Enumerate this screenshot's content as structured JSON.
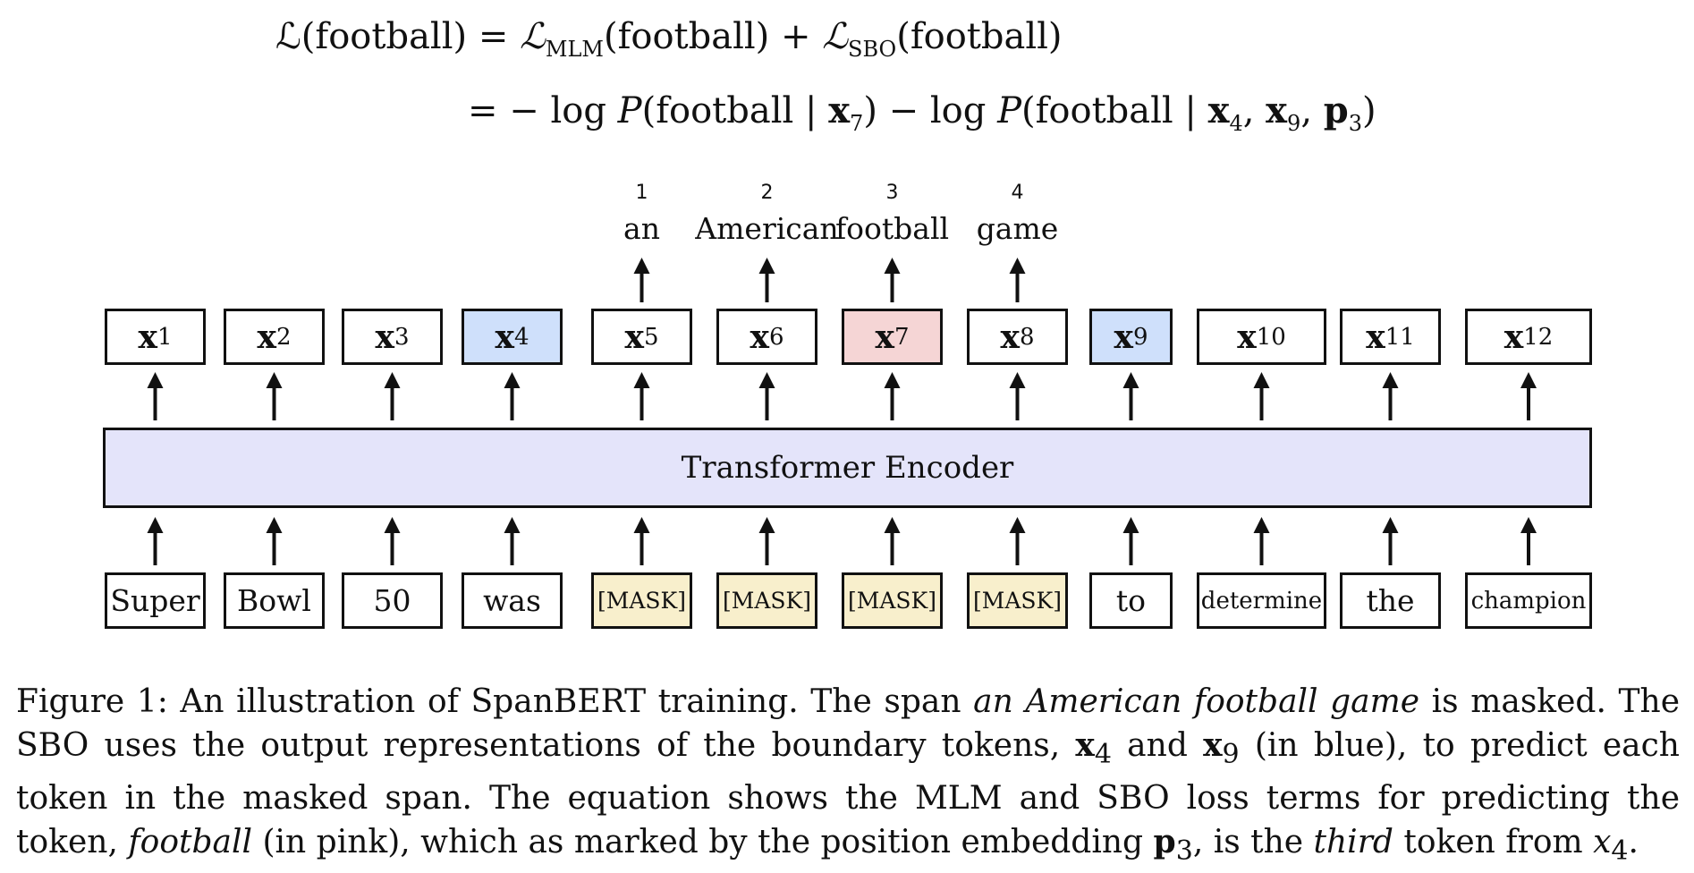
{
  "equation": {
    "line1": {
      "lhs": "ℒ(football)",
      "eq": "=",
      "term1_sym": "ℒ",
      "term1_sub": "MLM",
      "term1_arg": "(football)",
      "plus": "+",
      "term2_sym": "ℒ",
      "term2_sub": "SBO",
      "term2_arg": "(football)"
    },
    "line2": {
      "eq": "=",
      "part1": "− log ",
      "P1": "P",
      "arg1": "(football | ",
      "v1": "x",
      "v1_sub": "7",
      "close1": ")",
      "minus": " − log ",
      "P2": "P",
      "arg2": "(football | ",
      "v2": "x",
      "v2_sub": "4",
      "comma1": ", ",
      "v3": "x",
      "v3_sub": "9",
      "comma2": ", ",
      "v4": "p",
      "v4_sub": "3",
      "close2": ")"
    }
  },
  "predictions": [
    {
      "num": "1",
      "word": "an"
    },
    {
      "num": "2",
      "word": "American"
    },
    {
      "num": "3",
      "word": "football"
    },
    {
      "num": "4",
      "word": "game"
    }
  ],
  "outputs": [
    {
      "sym": "x",
      "sub": "1",
      "color": "#ffffff"
    },
    {
      "sym": "x",
      "sub": "2",
      "color": "#ffffff"
    },
    {
      "sym": "x",
      "sub": "3",
      "color": "#ffffff"
    },
    {
      "sym": "x",
      "sub": "4",
      "color": "#cfe0fb"
    },
    {
      "sym": "x",
      "sub": "5",
      "color": "#ffffff"
    },
    {
      "sym": "x",
      "sub": "6",
      "color": "#ffffff"
    },
    {
      "sym": "x",
      "sub": "7",
      "color": "#f5d5d5"
    },
    {
      "sym": "x",
      "sub": "8",
      "color": "#ffffff"
    },
    {
      "sym": "x",
      "sub": "9",
      "color": "#cfe0fb"
    },
    {
      "sym": "x",
      "sub": "10",
      "color": "#ffffff"
    },
    {
      "sym": "x",
      "sub": "11",
      "color": "#ffffff"
    },
    {
      "sym": "x",
      "sub": "12",
      "color": "#ffffff"
    }
  ],
  "encoder_label": "Transformer Encoder",
  "encoder_color": "#e4e4fa",
  "mask_color": "#f8efcc",
  "inputs": [
    "Super",
    "Bowl",
    "50",
    "was",
    "[MASK]",
    "[MASK]",
    "[MASK]",
    "[MASK]",
    "to",
    "determine",
    "the",
    "champion"
  ],
  "caption": {
    "s1": "Figure 1: An illustration of SpanBERT training. The span ",
    "i1": "an American football game",
    "s2": " is masked. The SBO uses the output representations of the boundary tokens, ",
    "v1": "x",
    "v1_sub": "4",
    "s3": " and ",
    "v2": "x",
    "v2_sub": "9",
    "s4": " (in blue), to predict each token in the masked span. The equation shows the MLM and SBO loss terms for predicting the token, ",
    "i2": "football",
    "s5": " (in pink), which as marked by the position embedding ",
    "v3": "p",
    "v3_sub": "3",
    "s6": ", is the ",
    "i3": "third",
    "s7": " token from ",
    "v4": "x",
    "v4_sub": "4",
    "s8": "."
  }
}
